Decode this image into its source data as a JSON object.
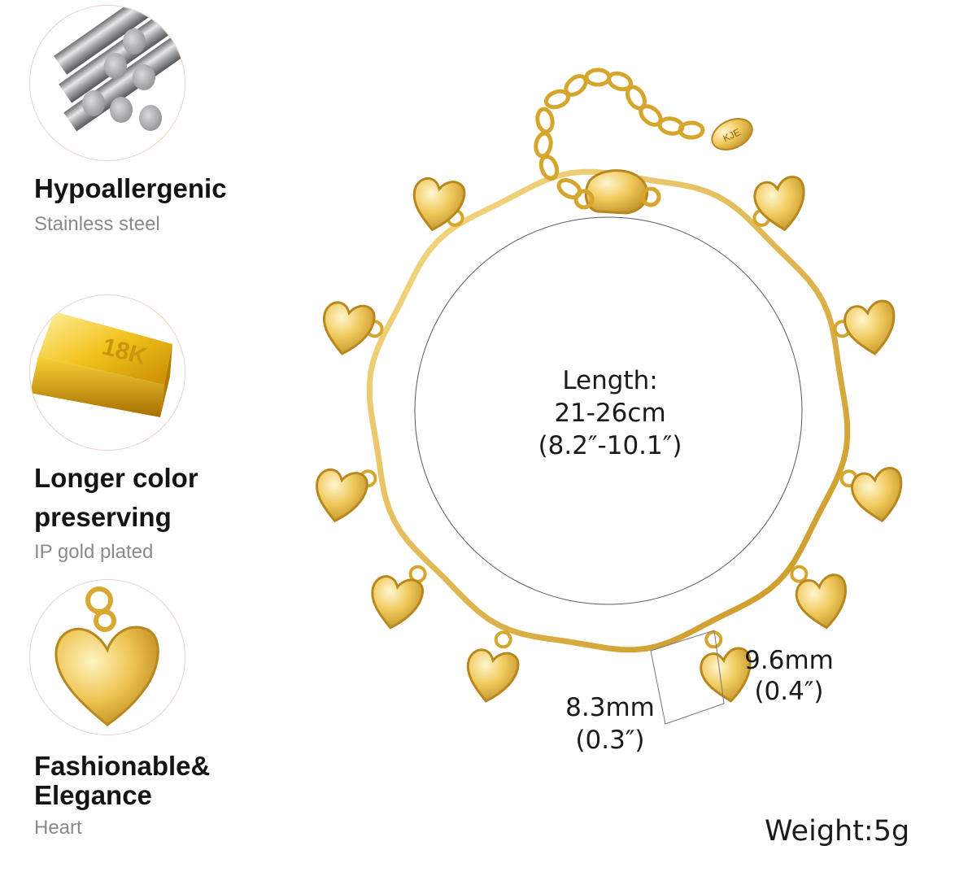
{
  "features": [
    {
      "icon": "steel-rods-icon",
      "title": "Hypoallergenic",
      "subtitle": "Stainless steel"
    },
    {
      "icon": "gold-bar-icon",
      "title_lines": [
        "Longer color",
        "preserving"
      ],
      "subtitle": "IP gold plated",
      "bar_text": "18K"
    },
    {
      "icon": "heart-pendant-icon",
      "title_lines": [
        "Fashionable&",
        "Elegance"
      ],
      "subtitle": "Heart"
    }
  ],
  "product": {
    "length_label": "Length:",
    "length_cm": "21-26cm",
    "length_in": "(8.2″-10.1″)",
    "charm_height_mm": "9.6mm",
    "charm_height_in": "(0.4″)",
    "charm_width_mm": "8.3mm",
    "charm_width_in": "(0.3″)",
    "tag_text": "KJE",
    "weight": "Weight:5g"
  },
  "colors": {
    "gold": "#e8b93c",
    "gold_light": "#f7dc8a",
    "gold_dark": "#b88418",
    "steel": "#a9abae",
    "circle_border": "#ead3c6"
  }
}
